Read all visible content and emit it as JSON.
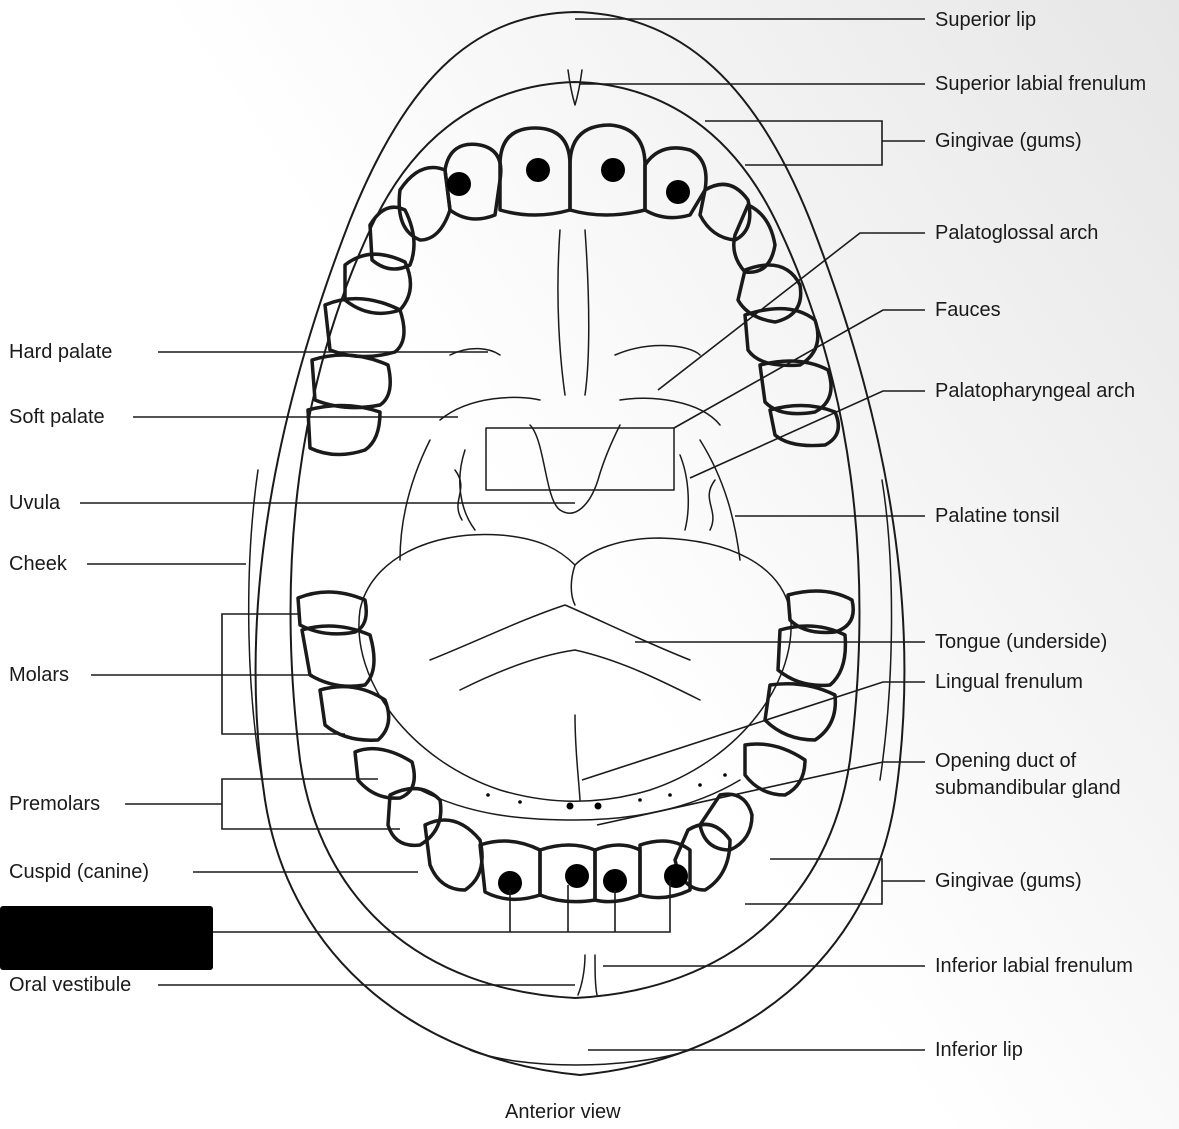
{
  "labels_right": {
    "superior_lip": "Superior lip",
    "superior_labial_frenulum": "Superior labial frenulum",
    "gingivae_upper": "Gingivae (gums)",
    "palatoglossal_arch": "Palatoglossal arch",
    "fauces": "Fauces",
    "palatopharyngeal_arch": "Palatopharyngeal arch",
    "palatine_tonsil": "Palatine tonsil",
    "tongue": "Tongue (underside)",
    "lingual_frenulum": "Lingual frenulum",
    "opening_duct_line1": "Opening duct of",
    "opening_duct_line2": "submandibular gland",
    "gingivae_lower": "Gingivae (gums)",
    "inferior_labial_frenulum": "Inferior labial frenulum",
    "inferior_lip": "Inferior lip"
  },
  "labels_left": {
    "hard_palate": "Hard palate",
    "soft_palate": "Soft palate",
    "uvula": "Uvula",
    "cheek": "Cheek",
    "molars": "Molars",
    "premolars": "Premolars",
    "cuspid": "Cuspid (canine)",
    "oral_vestibule": "Oral vestibule"
  },
  "caption": "Anterior view",
  "colors": {
    "line": "#1a1a1a",
    "background": "#ffffff",
    "redaction": "#000000"
  }
}
